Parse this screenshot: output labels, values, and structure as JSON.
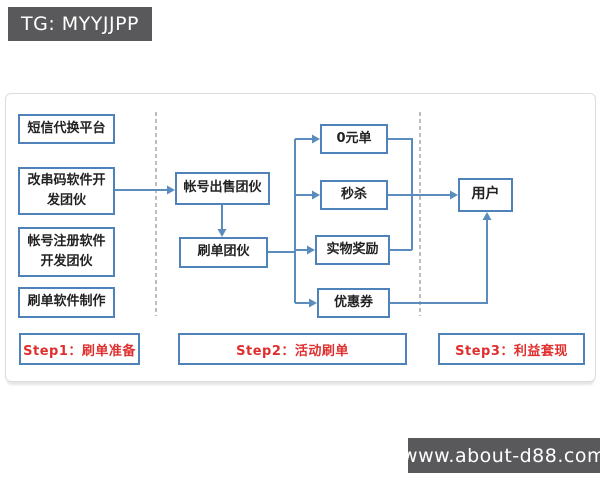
{
  "overlays": {
    "top_banner": "TG: MYYJJPP",
    "bottom_banner": "www.about-d88.com"
  },
  "diagram": {
    "left_column": [
      {
        "label": "短信代换平台"
      },
      {
        "label": "改串码软件开发团伙"
      },
      {
        "label": "帐号注册软件开发团伙"
      },
      {
        "label": "刷单软件制作"
      }
    ],
    "middle": [
      {
        "label": "帐号出售团伙"
      },
      {
        "label": "刷单团伙"
      }
    ],
    "activities": [
      {
        "label": "0元单"
      },
      {
        "label": "秒杀"
      },
      {
        "label": "实物奖励"
      },
      {
        "label": "优惠券"
      }
    ],
    "user_box": "用户",
    "steps": [
      {
        "label": "Step1：刷单准备"
      },
      {
        "label": "Step2：活动刷单"
      },
      {
        "label": "Step3：利益套现"
      }
    ]
  },
  "colors": {
    "box_border": "#4f82b8",
    "connector": "#5b8cbe",
    "dashed_line": "#9a9a9a",
    "step_text": "#e02f2f",
    "banner_bg": "#59595b"
  }
}
